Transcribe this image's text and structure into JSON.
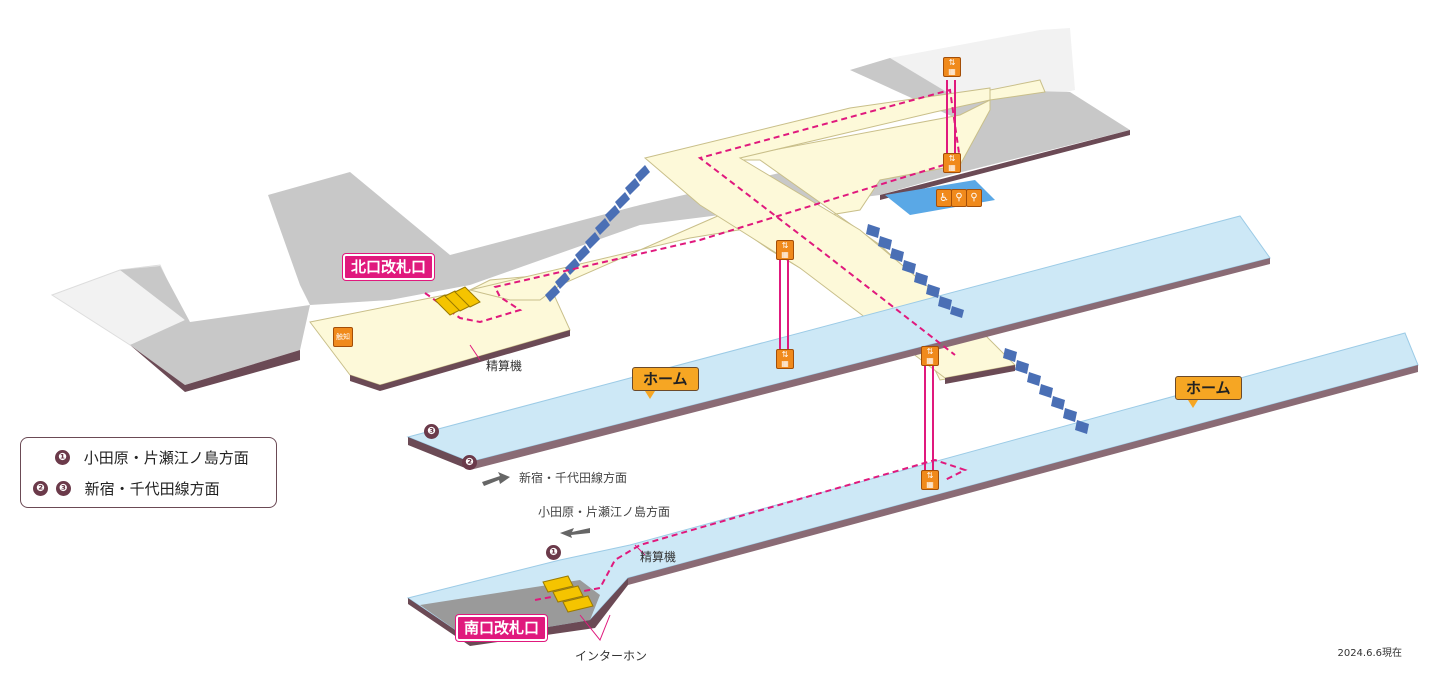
{
  "exits": {
    "north": "北口改札口",
    "south": "南口改札口"
  },
  "platforms": {
    "home_label_1": "ホーム",
    "home_label_2": "ホーム"
  },
  "labels": {
    "fare_machine_north": "精算機",
    "fare_machine_south": "精算機",
    "intercom": "インターホン",
    "notice_icon_text": "触知",
    "date": "2024.6.6現在"
  },
  "tracks": {
    "track1": "❶",
    "track2": "❷",
    "track3": "❸"
  },
  "directions": {
    "shinjuku": "新宿・千代田線方面",
    "odawara": "小田原・片瀬江ノ島方面"
  },
  "legend": {
    "row1_badges": [
      "❶"
    ],
    "row1_text": "小田原・片瀬江ノ島方面",
    "row2_badges": [
      "❷",
      "❸"
    ],
    "row2_text": "新宿・千代田線方面"
  },
  "icons": {
    "elevator": "elevator-icon",
    "wheelchair": "wheelchair-icon",
    "restroom": "restroom-icon",
    "stairs": "stairs-icon",
    "ticket_gate": "ticket-gate-icon",
    "arrow": "arrow-icon"
  },
  "colors": {
    "corridor_gray": "#c8c8c8",
    "concourse": "#fdf9d9",
    "platform": "#cde8f6",
    "route": "#e0197d",
    "stairs": "#4a6fb5",
    "exit_tag": "#e0197d",
    "home_tag": "#f6a623",
    "elevator": "#f08a1c",
    "accessible_room": "#5aa8e6"
  }
}
